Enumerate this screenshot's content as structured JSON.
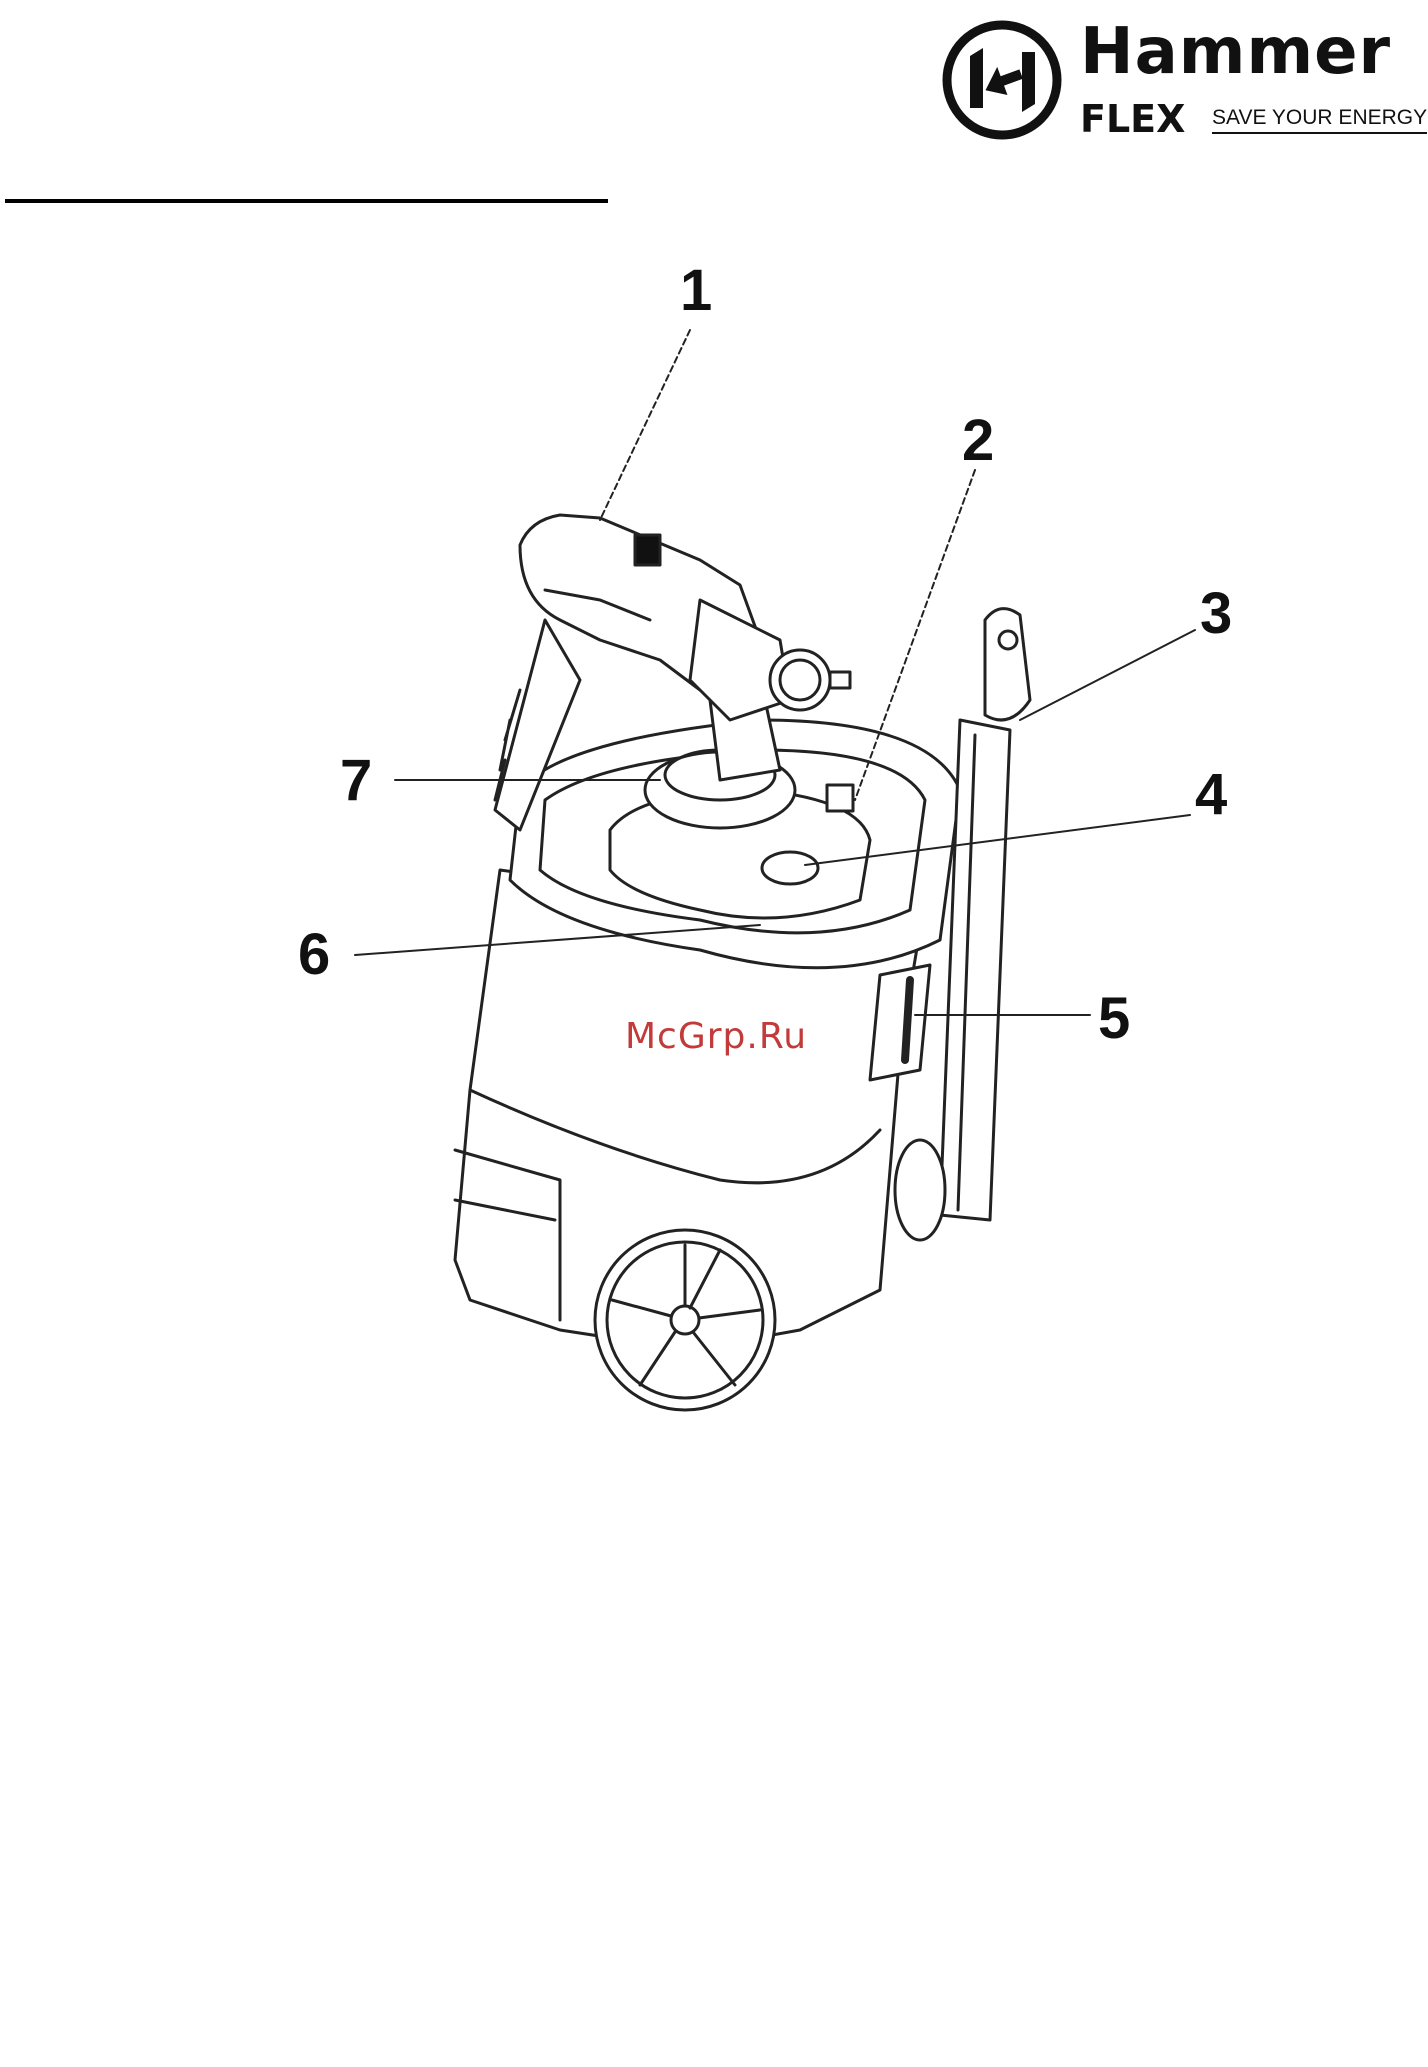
{
  "header": {
    "brand_name": "Hammer",
    "brand_sub": "FLEX",
    "tagline": "SAVE YOUR ENERGY"
  },
  "figure": {
    "callouts": [
      "1",
      "2",
      "3",
      "4",
      "5",
      "6",
      "7"
    ]
  },
  "watermark": "McGrp.Ru"
}
